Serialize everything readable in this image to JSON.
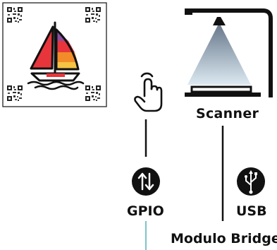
{
  "labels": {
    "scanner": "Scanner",
    "gpio": "GPIO",
    "usb": "USB",
    "bridge": "Modulo Bridge"
  },
  "icons": {
    "document": "sailboat-document-with-qr-codes",
    "finger": "finger-press-icon",
    "scanner": "overhead-scanner-icon",
    "gpio": "gpio-arrows-icon",
    "usb": "usb-icon"
  },
  "colors": {
    "ink": "#111111",
    "accent_line": "#7cc4c8",
    "sail_red": "#e8353b",
    "sail_purple": "#8a4fa0",
    "sail_orange": "#f28c28",
    "sail_yellow": "#f6c343",
    "light_beam_top": "#6a7a8c",
    "light_beam_bottom": "#dce9f2"
  }
}
